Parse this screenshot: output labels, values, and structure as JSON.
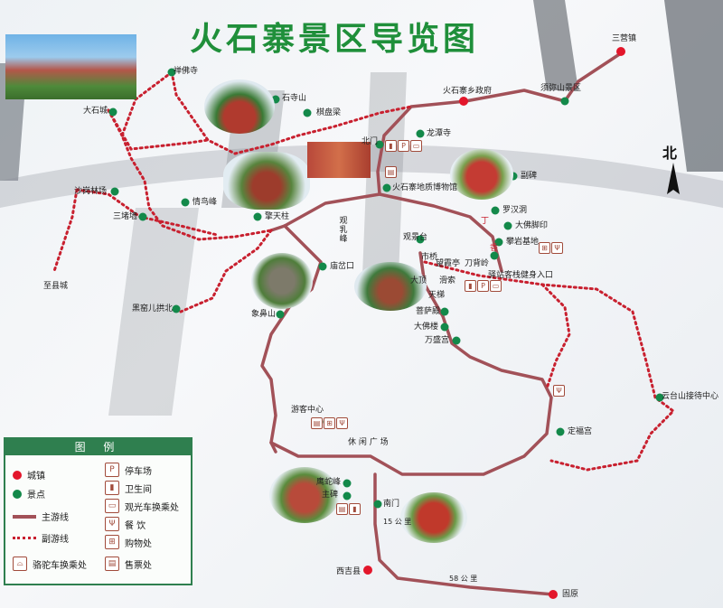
{
  "map": {
    "title": "火石寨景区导览图",
    "north_label": "北",
    "legend": {
      "heading": "图 例",
      "items": [
        {
          "label": "城镇",
          "symbol": "red-dot"
        },
        {
          "label": "景点",
          "symbol": "green-dot"
        },
        {
          "label": "主游线",
          "symbol": "main-route"
        },
        {
          "label": "副游线",
          "symbol": "sub-route"
        },
        {
          "label": "骆驼车换乘处",
          "symbol": "camel-cart-icon"
        },
        {
          "label": "停车场",
          "symbol": "parking-icon"
        },
        {
          "label": "卫生间",
          "symbol": "restroom-icon"
        },
        {
          "label": "观光车换乘处",
          "symbol": "shuttle-icon"
        },
        {
          "label": "餐 饮",
          "symbol": "dining-icon"
        },
        {
          "label": "购物处",
          "symbol": "shopping-icon"
        },
        {
          "label": "售票处",
          "symbol": "ticket-icon"
        }
      ]
    },
    "towns": [
      {
        "name": "三营镇"
      },
      {
        "name": "火石寨乡政府"
      },
      {
        "name": "西吉县"
      },
      {
        "name": "固原"
      }
    ],
    "spots": [
      {
        "name": "禅佛寺"
      },
      {
        "name": "大石城"
      },
      {
        "name": "石寺山"
      },
      {
        "name": "棋盘梁"
      },
      {
        "name": "北门"
      },
      {
        "name": "龙潭寺"
      },
      {
        "name": "须弥山景区"
      },
      {
        "name": "副碑"
      },
      {
        "name": "火石寨地质博物馆"
      },
      {
        "name": "沙岗林场"
      },
      {
        "name": "情鸟峰"
      },
      {
        "name": "擎天柱"
      },
      {
        "name": "三堵墙"
      },
      {
        "name": "至县城"
      },
      {
        "name": "观乳峰"
      },
      {
        "name": "观景台"
      },
      {
        "name": "庙岔口"
      },
      {
        "name": "象鼻山"
      },
      {
        "name": "黑窑儿拱北"
      },
      {
        "name": "市桥"
      },
      {
        "name": "望霞亭"
      },
      {
        "name": "刀背岭"
      },
      {
        "name": "罗汉洞"
      },
      {
        "name": "大佛脚印"
      },
      {
        "name": "攀岩基地"
      },
      {
        "name": "驿站客栈健身入口"
      },
      {
        "name": "丁"
      },
      {
        "name": "香"
      },
      {
        "name": "大顶"
      },
      {
        "name": "滑索"
      },
      {
        "name": "天梯"
      },
      {
        "name": "菩萨殿"
      },
      {
        "name": "大佛楼"
      },
      {
        "name": "万盛宫"
      },
      {
        "name": "游客中心"
      },
      {
        "name": "休 闲 广 场"
      },
      {
        "name": "云台山接待中心"
      },
      {
        "name": "定福宫"
      },
      {
        "name": "鹰蛇峰"
      },
      {
        "name": "主碑"
      },
      {
        "name": "南门"
      }
    ],
    "road_labels": [
      {
        "text": "15 公 里"
      },
      {
        "text": "58 公 里"
      }
    ],
    "colors": {
      "title": "#1f8f3a",
      "main_route": "#a25158",
      "sub_route": "#c8202f",
      "town": "#e3162b",
      "spot": "#13894a",
      "legend_border": "#2f7f4f"
    }
  }
}
